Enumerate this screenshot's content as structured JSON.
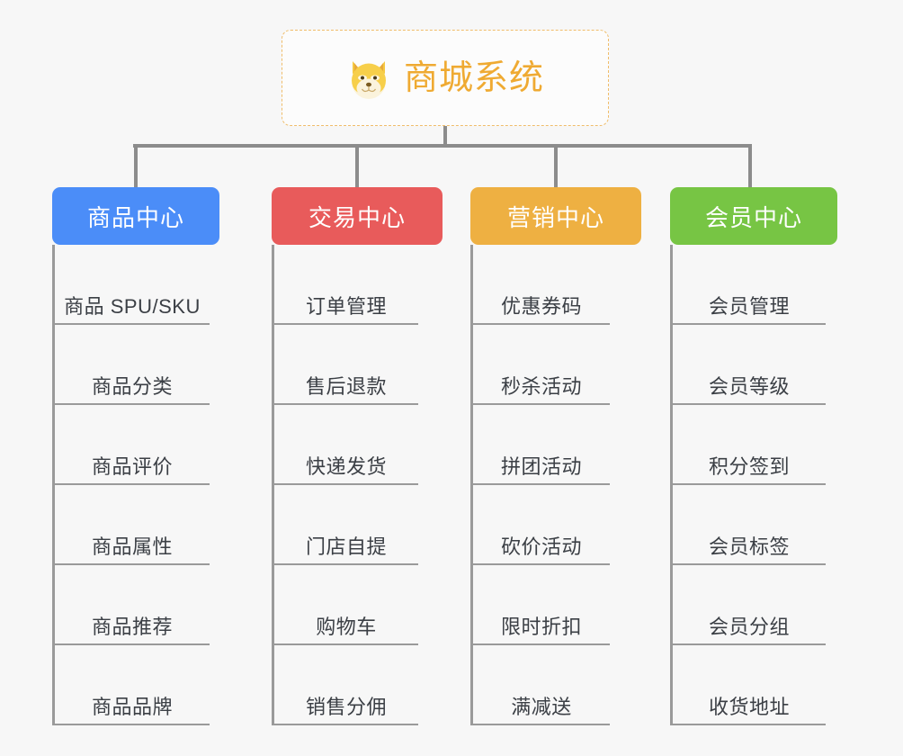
{
  "page": {
    "background": "#f7f7f7",
    "type": "org-chart-mindmap"
  },
  "root": {
    "title": "商城系统",
    "icon": "shiba-dog-icon",
    "border_color": "#f0bd6a",
    "text_color": "#efaa32"
  },
  "branches": [
    {
      "label": "商品中心",
      "color": "#4b8df8",
      "leaves": [
        "商品 SPU/SKU",
        "商品分类",
        "商品评价",
        "商品属性",
        "商品推荐",
        "商品品牌"
      ]
    },
    {
      "label": "交易中心",
      "color": "#e85b5b",
      "leaves": [
        "订单管理",
        "售后退款",
        "快递发货",
        "门店自提",
        "购物车",
        "销售分佣"
      ]
    },
    {
      "label": "营销中心",
      "color": "#eeb042",
      "leaves": [
        "优惠券码",
        "秒杀活动",
        "拼团活动",
        "砍价活动",
        "限时折扣",
        "满减送"
      ]
    },
    {
      "label": "会员中心",
      "color": "#77c544",
      "leaves": [
        "会员管理",
        "会员等级",
        "积分签到",
        "会员标签",
        "会员分组",
        "收货地址"
      ]
    }
  ],
  "connector": {
    "color": "#8c8c8c"
  }
}
